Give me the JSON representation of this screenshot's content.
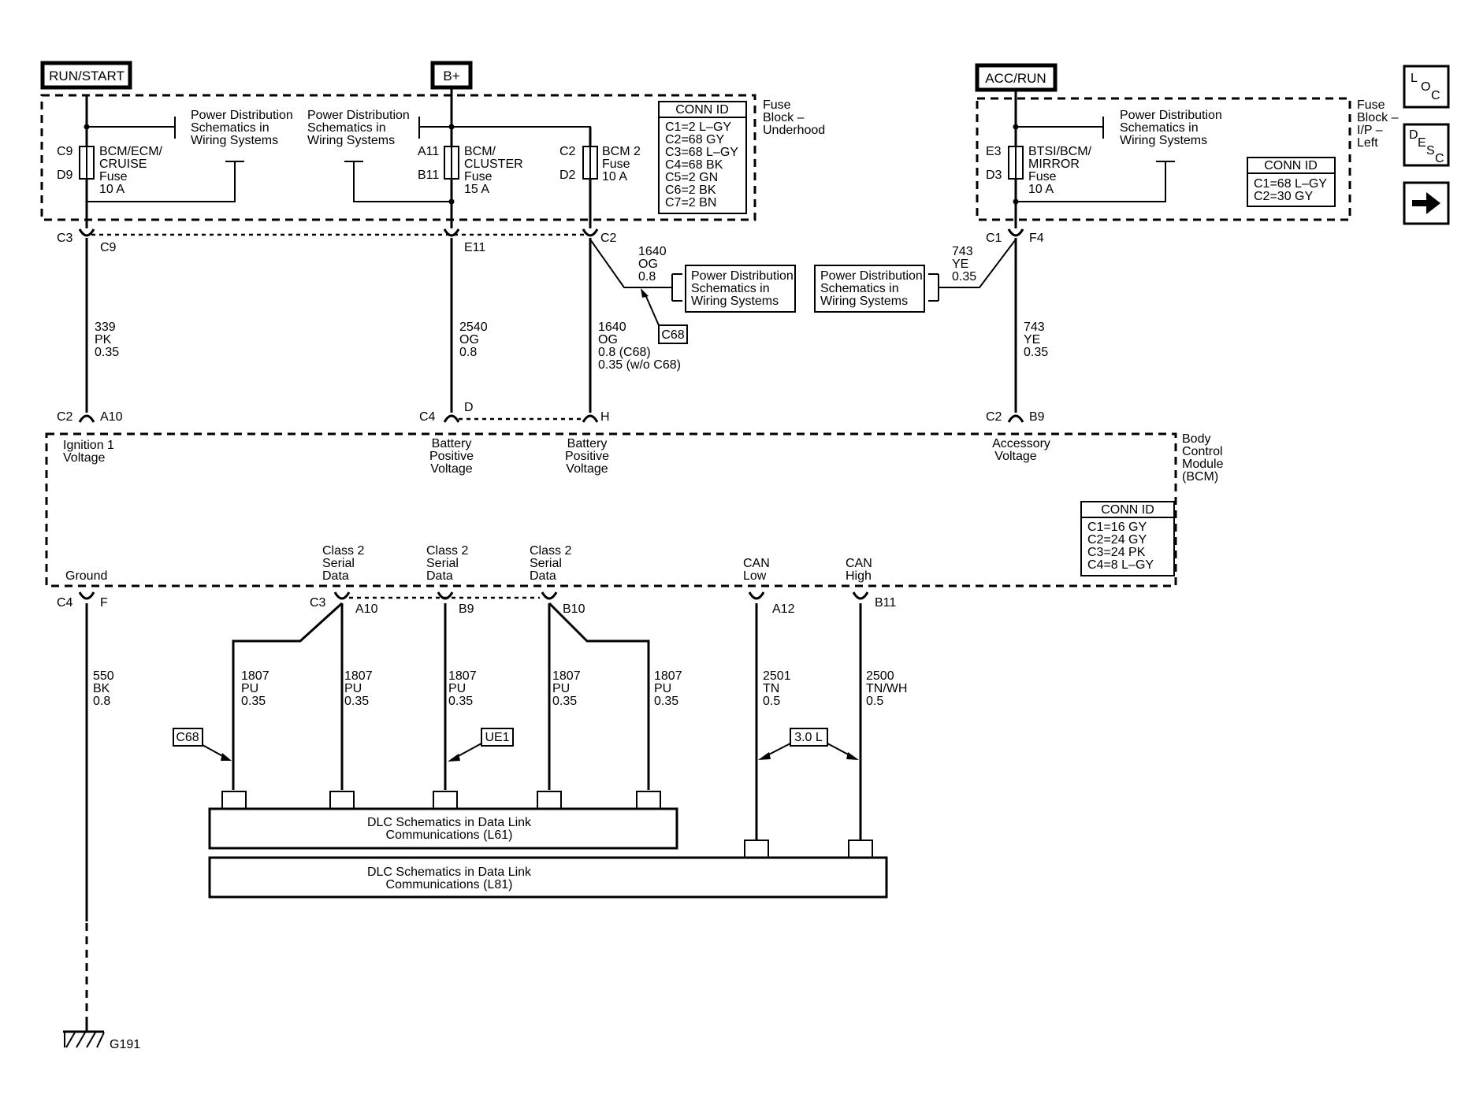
{
  "power": {
    "run_start": "RUN/START",
    "b_plus": "B+",
    "acc_run": "ACC/RUN"
  },
  "nav": {
    "loc": [
      "L",
      "O",
      "C"
    ],
    "desc": [
      "D",
      "E",
      "S",
      "C"
    ],
    "next_arrow": "right-arrow-icon"
  },
  "fuse_block_underhood": {
    "label": [
      "Fuse",
      "Block –",
      "Underhood"
    ],
    "conn_id_title": "CONN ID",
    "conn_ids": [
      "C1=2 L–GY",
      "C2=68 GY",
      "C3=68 L–GY",
      "C4=68 BK",
      "C5=2 GN",
      "C6=2 BK",
      "C7=2 BN"
    ],
    "pd_ref_1": [
      "Power Distribution",
      "Schematics in",
      "Wiring Systems"
    ],
    "pd_ref_2": [
      "Power Distribution",
      "Schematics in",
      "Wiring Systems"
    ],
    "fuse_1": {
      "top_pin": "C9",
      "bottom_pin": "D9",
      "name": [
        "BCM/ECM/",
        "CRUISE",
        "Fuse",
        "10 A"
      ]
    },
    "fuse_2": {
      "top_pin": "A11",
      "bottom_pin": "B11",
      "name": [
        "BCM/",
        "CLUSTER",
        "Fuse",
        "15 A"
      ]
    },
    "fuse_3": {
      "top_pin": "C2",
      "bottom_pin": "D2",
      "name": [
        "BCM 2",
        "Fuse",
        "10 A"
      ]
    }
  },
  "fuse_block_ip": {
    "label": [
      "Fuse",
      "Block –",
      "I/P –",
      "Left"
    ],
    "conn_id_title": "CONN ID",
    "conn_ids": [
      "C1=68 L–GY",
      "C2=30 GY"
    ],
    "pd_ref": [
      "Power Distribution",
      "Schematics in",
      "Wiring Systems"
    ],
    "fuse": {
      "top_pin": "E3",
      "bottom_pin": "D3",
      "name": [
        "BTSI/BCM/",
        "MIRROR",
        "Fuse",
        "10 A"
      ]
    }
  },
  "upper_connectors": {
    "c3_c9": [
      "C3",
      "C9"
    ],
    "e11": "E11",
    "c2": "C2",
    "c1_f4": [
      "C1",
      "F4"
    ]
  },
  "wires_upper": {
    "w339": [
      "339",
      "PK",
      "0.35"
    ],
    "w2540": [
      "2540",
      "OG",
      "0.8"
    ],
    "w1640_main": [
      "1640",
      "OG",
      "0.8 (C68)",
      "0.35 (w/o C68)"
    ],
    "w1640_branch": [
      "1640",
      "OG",
      "0.8"
    ],
    "w743_branch": [
      "743",
      "YE",
      "0.35"
    ],
    "w743_main": [
      "743",
      "YE",
      "0.35"
    ],
    "c68_tag": "C68",
    "pd_ref_left": [
      "Power Distribution",
      "Schematics in",
      "Wiring Systems"
    ],
    "pd_ref_right": [
      "Power Distribution",
      "Schematics in",
      "Wiring Systems"
    ]
  },
  "bcm_connectors_top": {
    "c2_a10": [
      "C2",
      "A10"
    ],
    "c4_d": [
      "C4",
      "D"
    ],
    "h": "H",
    "c2_b9": [
      "C2",
      "B9"
    ]
  },
  "bcm": {
    "label": [
      "Body",
      "Control",
      "Module",
      "(BCM)"
    ],
    "ignition": [
      "Ignition 1",
      "Voltage"
    ],
    "batt_1": [
      "Battery",
      "Positive",
      "Voltage"
    ],
    "batt_2": [
      "Battery",
      "Positive",
      "Voltage"
    ],
    "accessory": [
      "Accessory",
      "Voltage"
    ],
    "conn_id_title": "CONN ID",
    "conn_ids": [
      "C1=16 GY",
      "C2=24 GY",
      "C3=24 PK",
      "C4=8 L–GY"
    ],
    "ground": "Ground",
    "class2_1": [
      "Class 2",
      "Serial",
      "Data"
    ],
    "class2_2": [
      "Class 2",
      "Serial",
      "Data"
    ],
    "class2_3": [
      "Class 2",
      "Serial",
      "Data"
    ],
    "can_low": [
      "CAN",
      "Low"
    ],
    "can_high": [
      "CAN",
      "High"
    ]
  },
  "bcm_connectors_bottom": {
    "c4_f": [
      "C4",
      "F"
    ],
    "c3_a10": [
      "C3",
      "A10"
    ],
    "b9": "B9",
    "b10": "B10",
    "a12": "A12",
    "b11": "B11"
  },
  "wires_lower": {
    "w550": [
      "550",
      "BK",
      "0.8"
    ],
    "w1807_1": [
      "1807",
      "PU",
      "0.35"
    ],
    "w1807_2": [
      "1807",
      "PU",
      "0.35"
    ],
    "w1807_3": [
      "1807",
      "PU",
      "0.35"
    ],
    "w1807_4": [
      "1807",
      "PU",
      "0.35"
    ],
    "w1807_5": [
      "1807",
      "PU",
      "0.35"
    ],
    "w2501": [
      "2501",
      "TN",
      "0.5"
    ],
    "w2500": [
      "2500",
      "TN/WH",
      "0.5"
    ],
    "tag_c68": "C68",
    "tag_ue1": "UE1",
    "tag_30l": "3.0 L"
  },
  "dlc": {
    "l61": [
      "DLC Schematics in Data Link",
      "Communications (L61)"
    ],
    "l81": [
      "DLC Schematics in Data Link",
      "Communications (L81)"
    ]
  },
  "ground": {
    "label": "G191"
  }
}
